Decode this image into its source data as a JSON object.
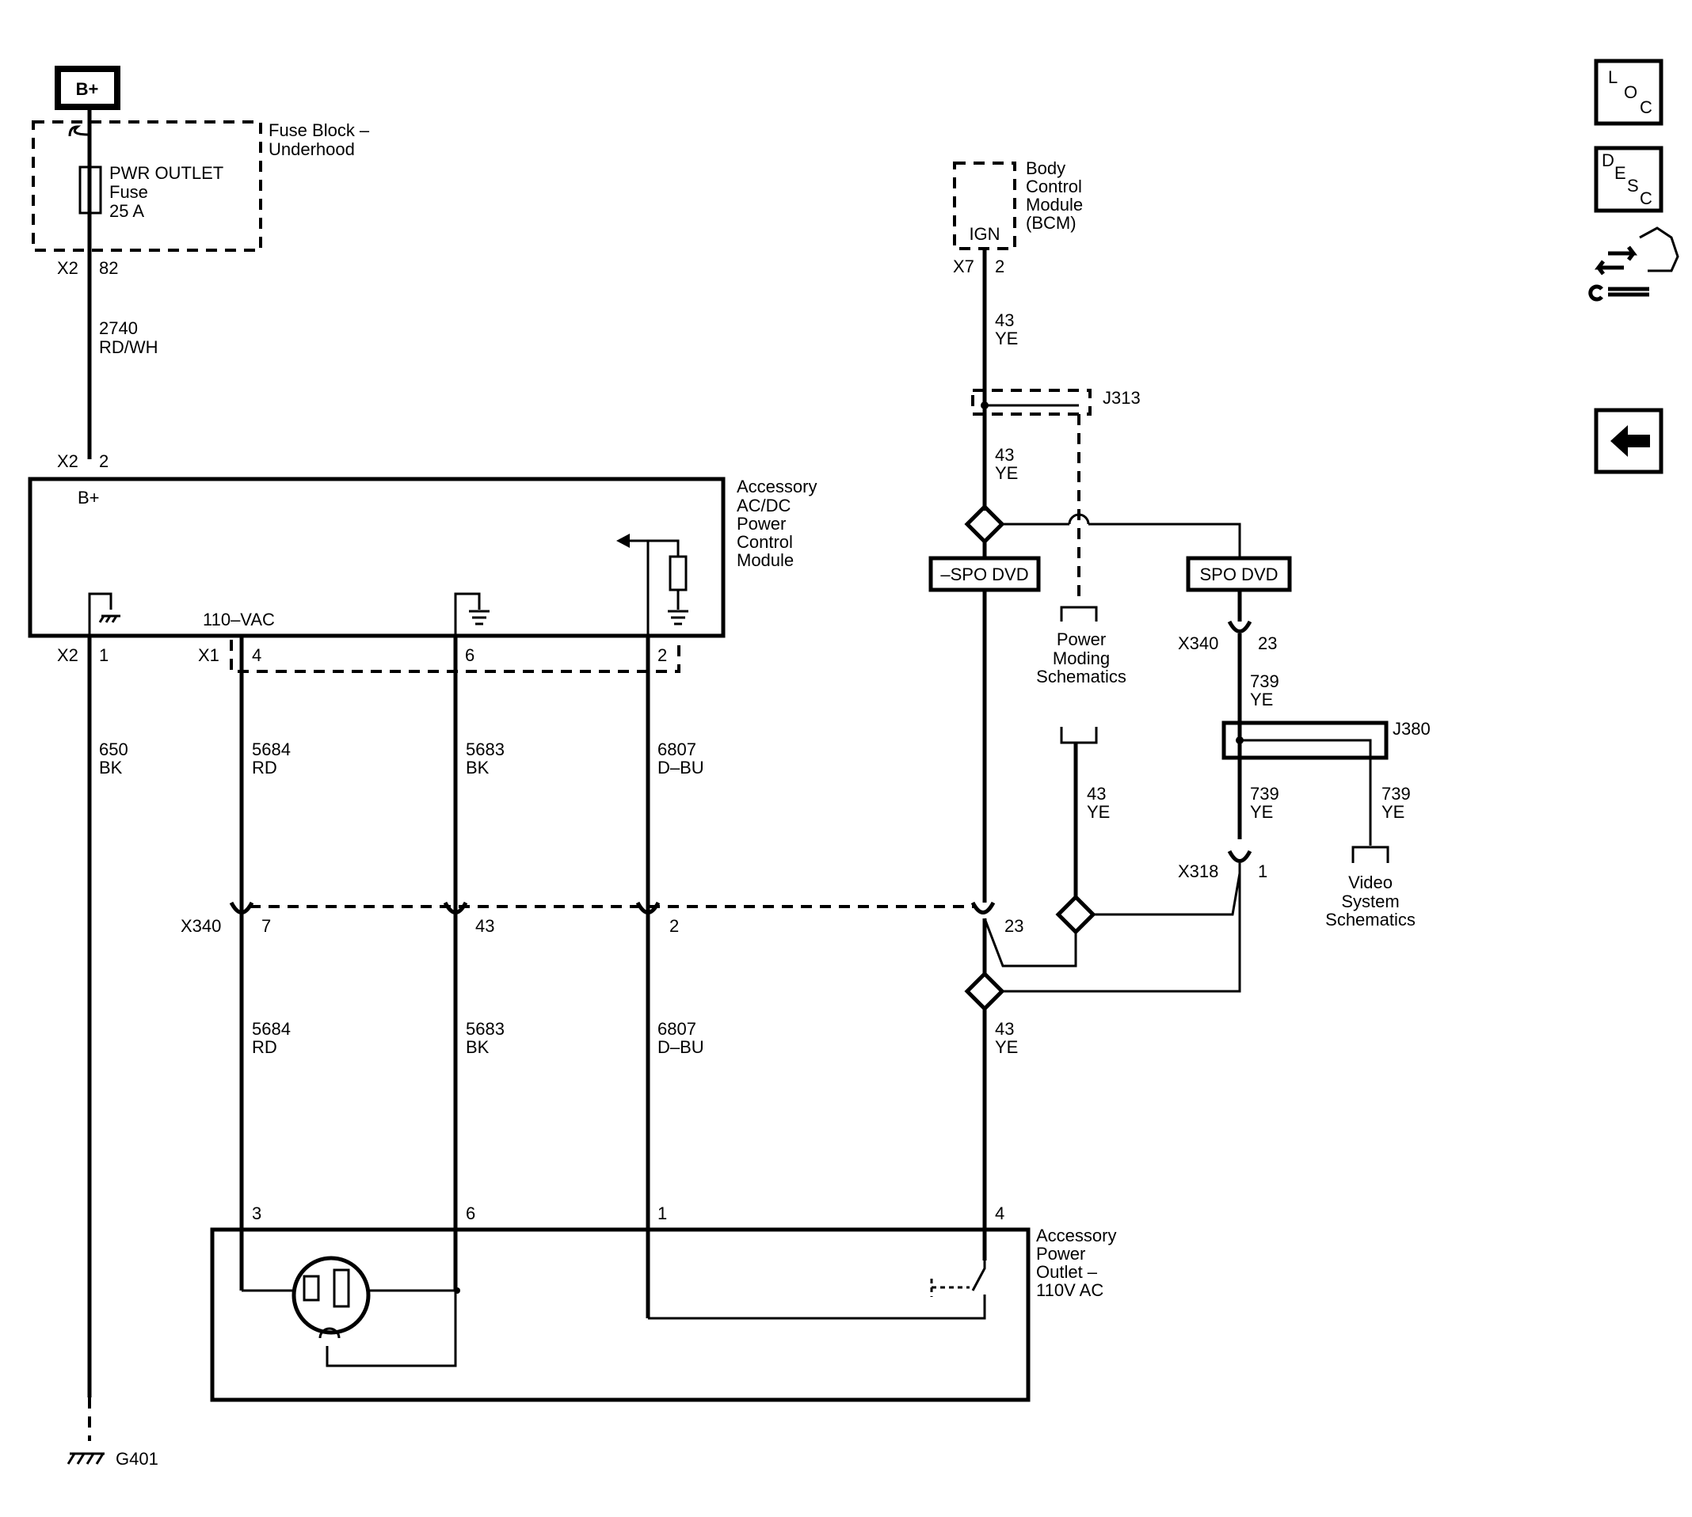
{
  "power": {
    "bplus_top": "B+"
  },
  "fuse_block": {
    "title_1": "Fuse Block –",
    "title_2": "Underhood",
    "fuse_line1": "PWR OUTLET",
    "fuse_line2": "Fuse",
    "fuse_line3": "25 A",
    "conn": "X2",
    "pin": "82"
  },
  "wire_fuse": {
    "circuit": "2740",
    "color": "RD/WH"
  },
  "module": {
    "conn_top": "X2",
    "pin_top": "2",
    "bplus": "B+",
    "name_1": "Accessory",
    "name_2": "AC/DC",
    "name_3": "Power",
    "name_4": "Control",
    "name_5": "Module",
    "vac": "110–VAC",
    "conn_x2": "X2",
    "pin_1": "1",
    "conn_x1": "X1",
    "pin_4": "4",
    "pin_6": "6",
    "pin_2": "2"
  },
  "wires_upper": [
    {
      "circuit": "650",
      "color": "BK"
    },
    {
      "circuit": "5684",
      "color": "RD"
    },
    {
      "circuit": "5683",
      "color": "BK"
    },
    {
      "circuit": "6807",
      "color": "D–BU"
    }
  ],
  "x340": {
    "conn": "X340",
    "pin_7": "7",
    "pin_43": "43",
    "pin_2": "2",
    "pin_23": "23"
  },
  "wires_lower": [
    {
      "circuit": "5684",
      "color": "RD"
    },
    {
      "circuit": "5683",
      "color": "BK"
    },
    {
      "circuit": "6807",
      "color": "D–BU"
    },
    {
      "circuit": "43",
      "color": "YE"
    }
  ],
  "outlet": {
    "pin_3": "3",
    "pin_6": "6",
    "pin_1": "1",
    "pin_4": "4",
    "name_1": "Accessory",
    "name_2": "Power",
    "name_3": "Outlet –",
    "name_4": "110V AC"
  },
  "ground": {
    "label": "G401"
  },
  "bcm": {
    "ign": "IGN",
    "name_1": "Body",
    "name_2": "Control",
    "name_3": "Module",
    "name_4": "(BCM)",
    "conn": "X7",
    "pin": "2"
  },
  "ign_wire": {
    "w1_circuit": "43",
    "w1_color": "YE",
    "splice": "J313",
    "w2_circuit": "43",
    "w2_color": "YE",
    "w3_circuit": "43",
    "w3_color": "YE"
  },
  "spo": {
    "not_dvd": "–SPO DVD",
    "dvd": "SPO DVD"
  },
  "power_moding": {
    "l1": "Power",
    "l2": "Moding",
    "l3": "Schematics"
  },
  "dvd_branch": {
    "conn": "X340",
    "pin": "23",
    "w1_circuit": "739",
    "w1_color": "YE",
    "splice": "J380",
    "w2_circuit": "739",
    "w2_color": "YE",
    "w3_circuit": "739",
    "w3_color": "YE",
    "conn2": "X318",
    "pin2": "1"
  },
  "video": {
    "l1": "Video",
    "l2": "System",
    "l3": "Schematics"
  },
  "nav": {
    "loc_1": "L",
    "loc_2": "O",
    "loc_3": "C",
    "desc_1": "D",
    "desc_2": "E",
    "desc_3": "S",
    "desc_4": "C"
  }
}
